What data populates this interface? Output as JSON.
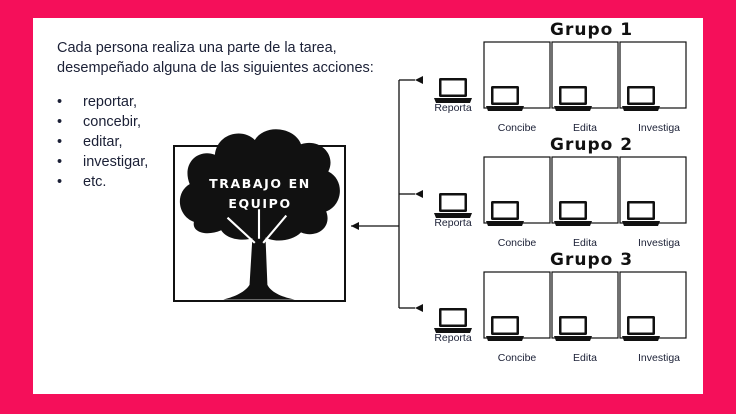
{
  "intro": {
    "line1": "Cada persona realiza una parte de la tarea,",
    "line2": "desempeñado alguna de las siguientes acciones:"
  },
  "bullets": [
    "reportar,",
    "concebir,",
    "editar,",
    "investigar,",
    "etc."
  ],
  "main_box": {
    "title_line1": "TRABAJO EN",
    "title_line2": "EQUIPO"
  },
  "groups": [
    {
      "title": "Grupo 1",
      "reporta": "Reporta",
      "concibe": "Concibe",
      "edita": "Edita",
      "investiga": "Investiga"
    },
    {
      "title": "Grupo 2",
      "reporta": "Reporta",
      "concibe": "Concibe",
      "edita": "Edita",
      "investiga": "Investiga"
    },
    {
      "title": "Grupo 3",
      "reporta": "Reporta",
      "concibe": "Concibe",
      "edita": "Edita",
      "investiga": "Investiga"
    }
  ],
  "colors": {
    "border": "#f50f5a",
    "ink": "#111111",
    "text": "#1b2036"
  }
}
